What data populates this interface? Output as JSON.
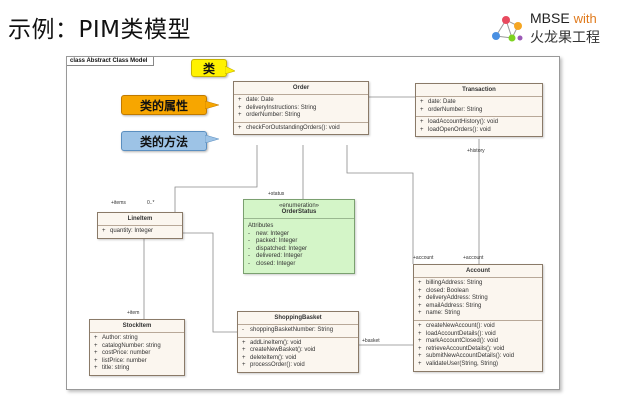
{
  "slide": {
    "title": "示例：PIM类模型"
  },
  "logo": {
    "brand": "MBSE",
    "with": "with",
    "cn": "火龙果工程"
  },
  "diagram": {
    "frame_label": "class Abstract Class Model"
  },
  "callouts": {
    "class": "类",
    "attributes": "类的属性",
    "methods": "类的方法"
  },
  "colors": {
    "class_callout": "#fff200",
    "attr_callout": "#f7a600",
    "method_callout": "#9dc3e6",
    "enum_fill": "#d4f5c8",
    "class_fill": "#fbf6ef"
  },
  "classes": {
    "order": {
      "name": "Order",
      "attributes": [
        {
          "vis": "+",
          "text": "date: Date"
        },
        {
          "vis": "+",
          "text": "deliveryInstructions: String"
        },
        {
          "vis": "+",
          "text": "orderNumber: String"
        }
      ],
      "operations": [
        {
          "vis": "+",
          "text": "checkForOutstandingOrders(): void"
        }
      ]
    },
    "transaction": {
      "name": "Transaction",
      "attributes": [
        {
          "vis": "+",
          "text": "date: Date"
        },
        {
          "vis": "+",
          "text": "orderNumber: String"
        }
      ],
      "operations": [
        {
          "vis": "+",
          "text": "loadAccountHistory(): void"
        },
        {
          "vis": "+",
          "text": "loadOpenOrders(): void"
        }
      ]
    },
    "lineitem": {
      "name": "LineItem",
      "attributes": [
        {
          "vis": "+",
          "text": "quantity: Integer"
        }
      ]
    },
    "orderstatus": {
      "stereotype": "«enumeration»",
      "name": "OrderStatus",
      "section_title": "Attributes",
      "literals": [
        {
          "vis": "-",
          "text": "new: Integer"
        },
        {
          "vis": "-",
          "text": "packed: Integer"
        },
        {
          "vis": "-",
          "text": "dispatched: Integer"
        },
        {
          "vis": "-",
          "text": "delivered: Integer"
        },
        {
          "vis": "-",
          "text": "closed: Integer"
        }
      ]
    },
    "stockitem": {
      "name": "StockItem",
      "attributes": [
        {
          "vis": "+",
          "text": "Author: string"
        },
        {
          "vis": "+",
          "text": "catalogNumber: string"
        },
        {
          "vis": "+",
          "text": "costPrice: number"
        },
        {
          "vis": "+",
          "text": "listPrice: number"
        },
        {
          "vis": "+",
          "text": "title: string"
        }
      ]
    },
    "shoppingbasket": {
      "name": "ShoppingBasket",
      "attributes": [
        {
          "vis": "-",
          "text": "shoppingBasketNumber: String"
        }
      ],
      "operations": [
        {
          "vis": "+",
          "text": "addLineItem(): void"
        },
        {
          "vis": "+",
          "text": "createNewBasket(): void"
        },
        {
          "vis": "+",
          "text": "deleteItem(): void"
        },
        {
          "vis": "+",
          "text": "processOrder(): void"
        }
      ]
    },
    "account": {
      "name": "Account",
      "attributes": [
        {
          "vis": "+",
          "text": "billingAddress: String"
        },
        {
          "vis": "+",
          "text": "closed: Boolean"
        },
        {
          "vis": "+",
          "text": "deliveryAddress: String"
        },
        {
          "vis": "+",
          "text": "emailAddress: String"
        },
        {
          "vis": "+",
          "text": "name: String"
        }
      ],
      "operations": [
        {
          "vis": "+",
          "text": "createNewAccount(): void"
        },
        {
          "vis": "+",
          "text": "loadAccountDetails(): void"
        },
        {
          "vis": "+",
          "text": "markAccountClosed(): void"
        },
        {
          "vis": "+",
          "text": "retrieveAccountDetails(): void"
        },
        {
          "vis": "+",
          "text": "submitNewAccountDetails(): void"
        },
        {
          "vis": "+",
          "text": "validateUser(String, String)"
        }
      ]
    }
  },
  "roles": {
    "items": "+items",
    "items_mult": "0..*",
    "status": "+status",
    "history": "+history",
    "account_left": "+account",
    "account_right": "+account",
    "item": "+item",
    "basket": "+basket"
  }
}
